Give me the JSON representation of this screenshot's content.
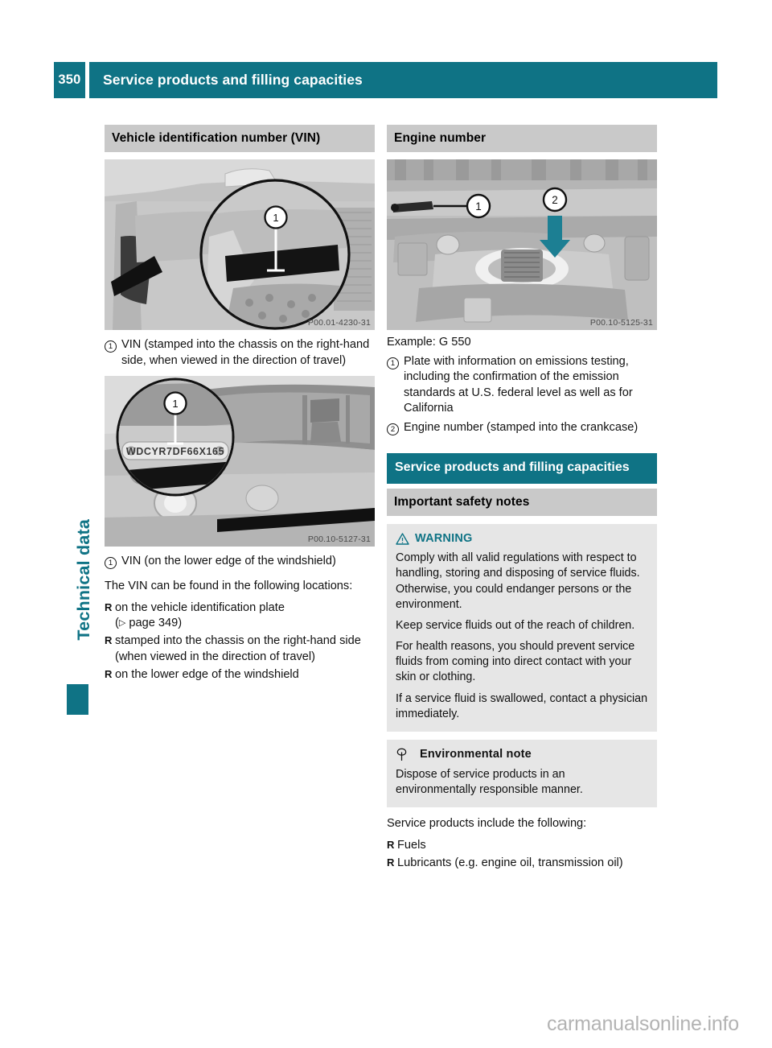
{
  "header": {
    "page_number": "350",
    "title": "Service products and filling capacities",
    "accent_color": "#0f7385"
  },
  "chapter_tab": {
    "label": "Technical data",
    "color": "#0f7385"
  },
  "left_column": {
    "section_title": "Vehicle identification number (VIN)",
    "figure_top": {
      "caption": "P00.01-4230-31",
      "callout_label": "1"
    },
    "callout_top": {
      "marker": "1",
      "text": "VIN (stamped into the chassis on the right-hand side, when viewed in the direction of travel)"
    },
    "figure_bottom": {
      "caption": "P00.10-5127-31",
      "callout_label": "1",
      "vin_plate_text": "WDCYR7DF66X165"
    },
    "callout_bottom": {
      "marker": "1",
      "text": "VIN (on the lower edge of the windshield)"
    },
    "intro_text": "The VIN can be found in the following locations:",
    "locations": [
      {
        "marker": "R",
        "text": "on the vehicle identification plate",
        "pageref_prefix": "(",
        "pageref_arrow": "▷",
        "pageref_text": " page 349)"
      },
      {
        "marker": "R",
        "text": "stamped into the chassis on the right-hand side (when viewed in the direction of travel)"
      },
      {
        "marker": "R",
        "text": "on the lower edge of the windshield"
      }
    ]
  },
  "right_column": {
    "section_title": "Engine number",
    "figure": {
      "caption": "P00.10-5125-31",
      "callout_labels": [
        "1",
        "2"
      ]
    },
    "example_line": "Example: G 550",
    "callouts": [
      {
        "marker": "1",
        "text": "Plate with information on emissions testing, including the confirmation of the emission standards at U.S. federal level as well as for California"
      },
      {
        "marker": "2",
        "text": "Engine number (stamped into the crankcase)"
      }
    ],
    "teal_heading": "Service products and filling capacities",
    "grey_heading": "Important safety notes",
    "warning": {
      "icon": "warning-triangle-icon",
      "title": "WARNING",
      "paragraphs": [
        "Comply with all valid regulations with respect to handling, storing and disposing of service fluids. Otherwise, you could endanger persons or the environment.",
        "Keep service fluids out of the reach of children.",
        "For health reasons, you should prevent service fluids from coming into direct contact with your skin or clothing.",
        "If a service fluid is swallowed, contact a physician immediately."
      ]
    },
    "environmental_note": {
      "icon": "environment-tree-icon",
      "title": "Environmental note",
      "text": "Dispose of service products in an environmentally responsible manner."
    },
    "closing_intro": "Service products include the following:",
    "closing_items": [
      {
        "marker": "R",
        "text": "Fuels"
      },
      {
        "marker": "R",
        "text": "Lubricants (e.g. engine oil, transmission oil)"
      }
    ]
  },
  "watermark": {
    "text": "carmanualsonline.info"
  }
}
